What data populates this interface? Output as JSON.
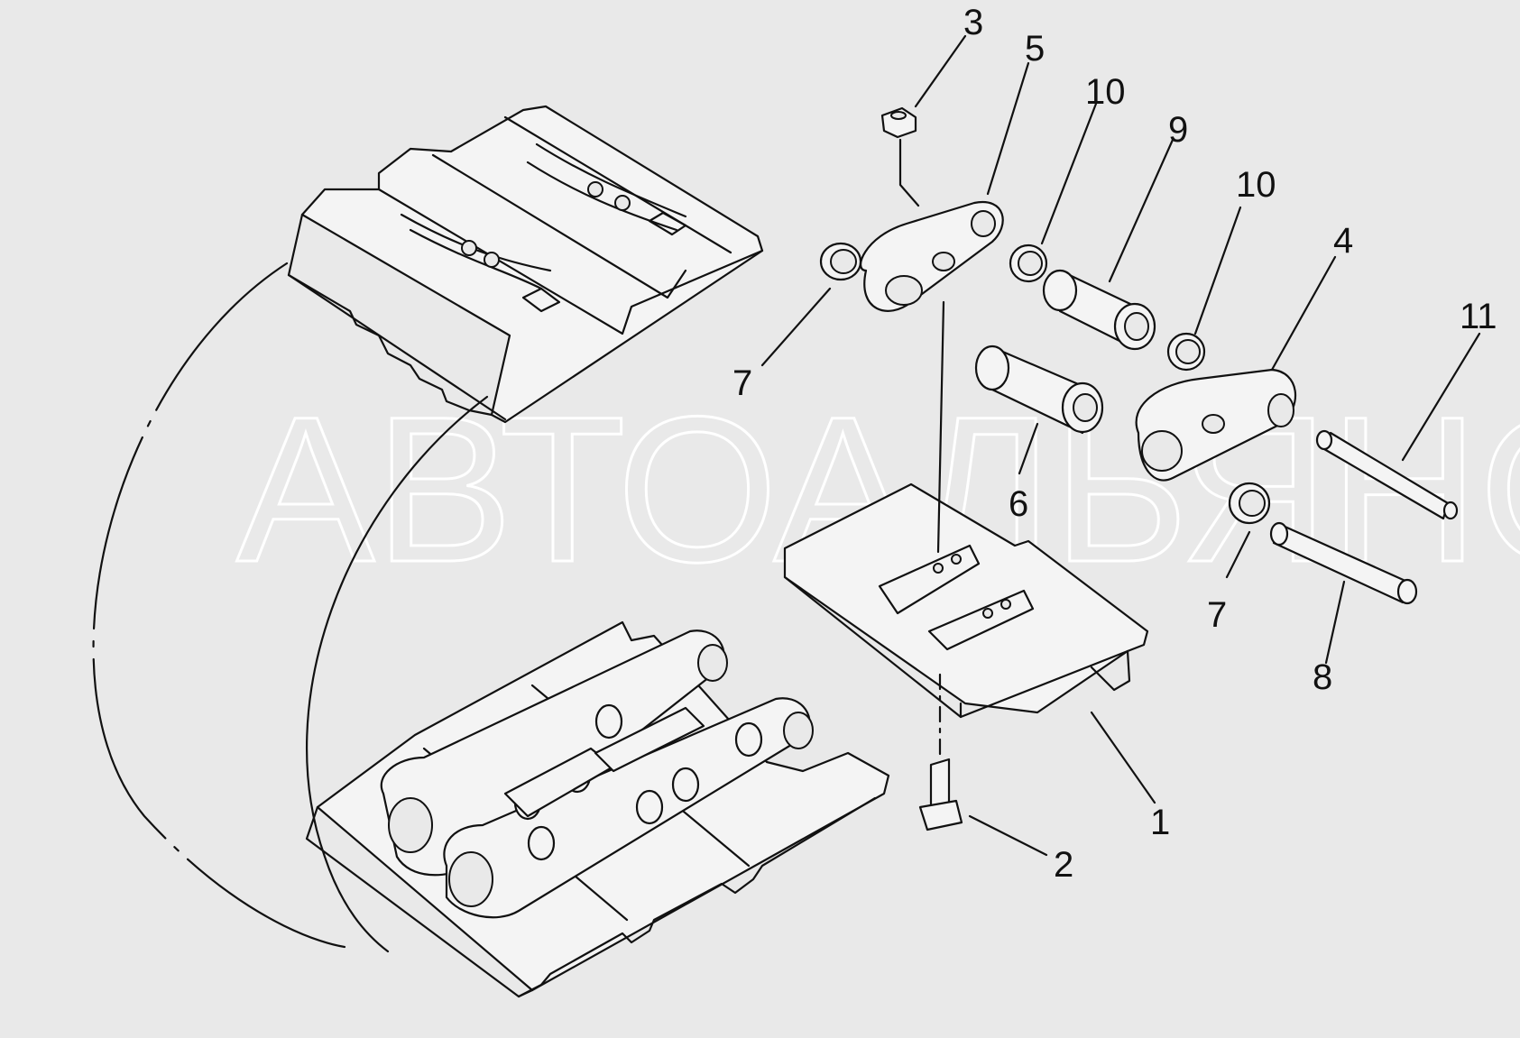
{
  "watermark": "АВТОАЛЬЯНО",
  "callouts": {
    "c1": "1",
    "c2": "2",
    "c3": "3",
    "c4": "4",
    "c5": "5",
    "c6": "6",
    "c7a": "7",
    "c7b": "7",
    "c8": "8",
    "c9": "9",
    "c10a": "10",
    "c10b": "10",
    "c11": "11"
  }
}
